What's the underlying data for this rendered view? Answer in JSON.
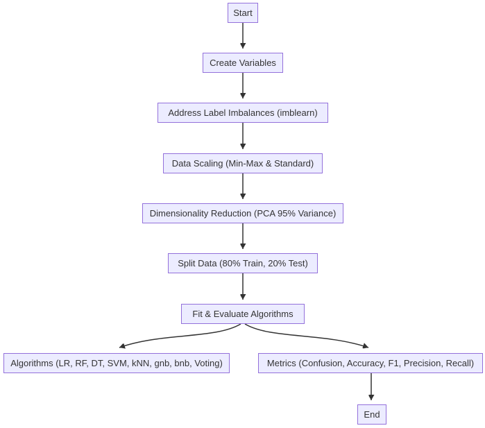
{
  "diagram": {
    "type": "flowchart",
    "direction": "top-down",
    "nodes": [
      {
        "id": "start",
        "label": "Start"
      },
      {
        "id": "create",
        "label": "Create Variables"
      },
      {
        "id": "imbalance",
        "label": "Address Label Imbalances (imblearn)"
      },
      {
        "id": "scaling",
        "label": "Data Scaling (Min-Max & Standard)"
      },
      {
        "id": "dimred",
        "label": "Dimensionality Reduction (PCA 95% Variance)"
      },
      {
        "id": "split",
        "label": "Split Data (80% Train, 20% Test)"
      },
      {
        "id": "fit",
        "label": "Fit & Evaluate Algorithms"
      },
      {
        "id": "algorithms",
        "label": "Algorithms (LR, RF, DT, SVM, kNN, gnb, bnb, Voting)"
      },
      {
        "id": "metrics",
        "label": "Metrics (Confusion, Accuracy, F1, Precision, Recall)"
      },
      {
        "id": "end",
        "label": "End"
      }
    ],
    "edges": [
      {
        "from": "start",
        "to": "create"
      },
      {
        "from": "create",
        "to": "imbalance"
      },
      {
        "from": "imbalance",
        "to": "scaling"
      },
      {
        "from": "scaling",
        "to": "dimred"
      },
      {
        "from": "dimred",
        "to": "split"
      },
      {
        "from": "split",
        "to": "fit"
      },
      {
        "from": "fit",
        "to": "algorithms"
      },
      {
        "from": "fit",
        "to": "metrics"
      },
      {
        "from": "metrics",
        "to": "end"
      }
    ],
    "colors": {
      "node_fill": "#ECECFF",
      "node_border": "#9370DB",
      "edge": "#333333",
      "text": "#333333",
      "background": "#FFFFFF"
    }
  }
}
